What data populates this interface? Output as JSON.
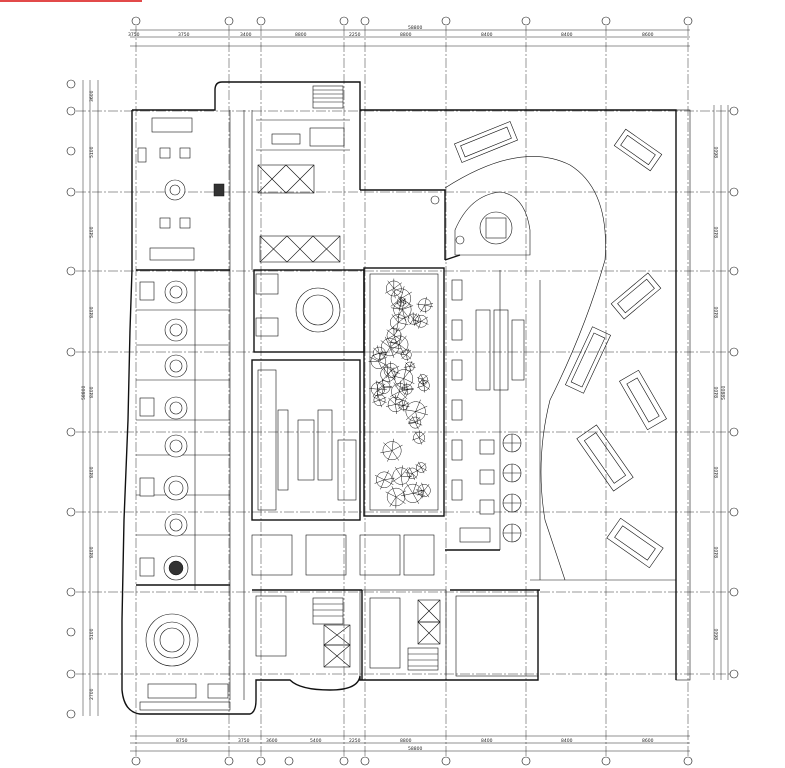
{
  "header": {
    "accent_color": "#e24a4a"
  },
  "dimensions": {
    "top_total": "58800",
    "top_segments": [
      "3750",
      "3400",
      "8800",
      "2250",
      "8800",
      "8400",
      "8400",
      "8600"
    ],
    "top_small": "3750",
    "bottom_total": "58800",
    "bottom_segments": [
      "8750",
      "3750",
      "3600",
      "5400",
      "2250",
      "8800",
      "8400",
      "8400",
      "8600"
    ],
    "left_total": "58800",
    "left_segments": [
      "3600",
      "5100",
      "5400",
      "8400",
      "8400",
      "8400",
      "8400",
      "5100",
      "2700"
    ],
    "right_total": "58800",
    "right_segments": [
      "8600",
      "8400",
      "8400",
      "8400",
      "8400",
      "8400",
      "8600"
    ]
  },
  "colors": {
    "line": "#111111",
    "accent": "#e24a4a"
  }
}
